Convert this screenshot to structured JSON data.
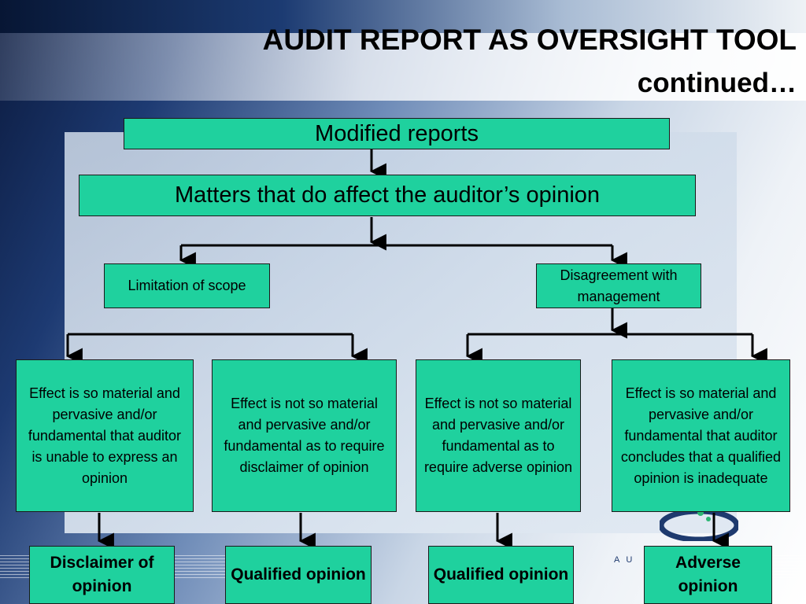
{
  "slide": {
    "title": "AUDIT REPORT AS OVERSIGHT TOOL",
    "subtitle": "continued…"
  },
  "diagram": {
    "root": "Modified reports",
    "level2": "Matters that do affect the auditor’s opinion",
    "branches": [
      {
        "label": "Limitation of scope"
      },
      {
        "label": "Disagreement with management"
      }
    ],
    "effects": [
      "Effect is so material and pervasive and/or fundamental that auditor is unable to express an opinion",
      "Effect is not so material and pervasive and/or fundamental as to require disclaimer of opinion",
      "Effect is not so material and pervasive and/or fundamental as to require adverse opinion",
      "Effect is so material and pervasive and/or fundamental that auditor concludes that a qualified opinion is inadequate"
    ],
    "results": [
      "Disclaimer of opinion",
      "Qualified opinion",
      "Qualified opinion",
      "Adverse opinion"
    ]
  },
  "logo": {
    "icon": "organization-logo-icon",
    "text": "AU                AL"
  },
  "colors": {
    "box_fill": "#1fd19e",
    "connector": "#000000",
    "background_dark": "#0b1a3e"
  }
}
